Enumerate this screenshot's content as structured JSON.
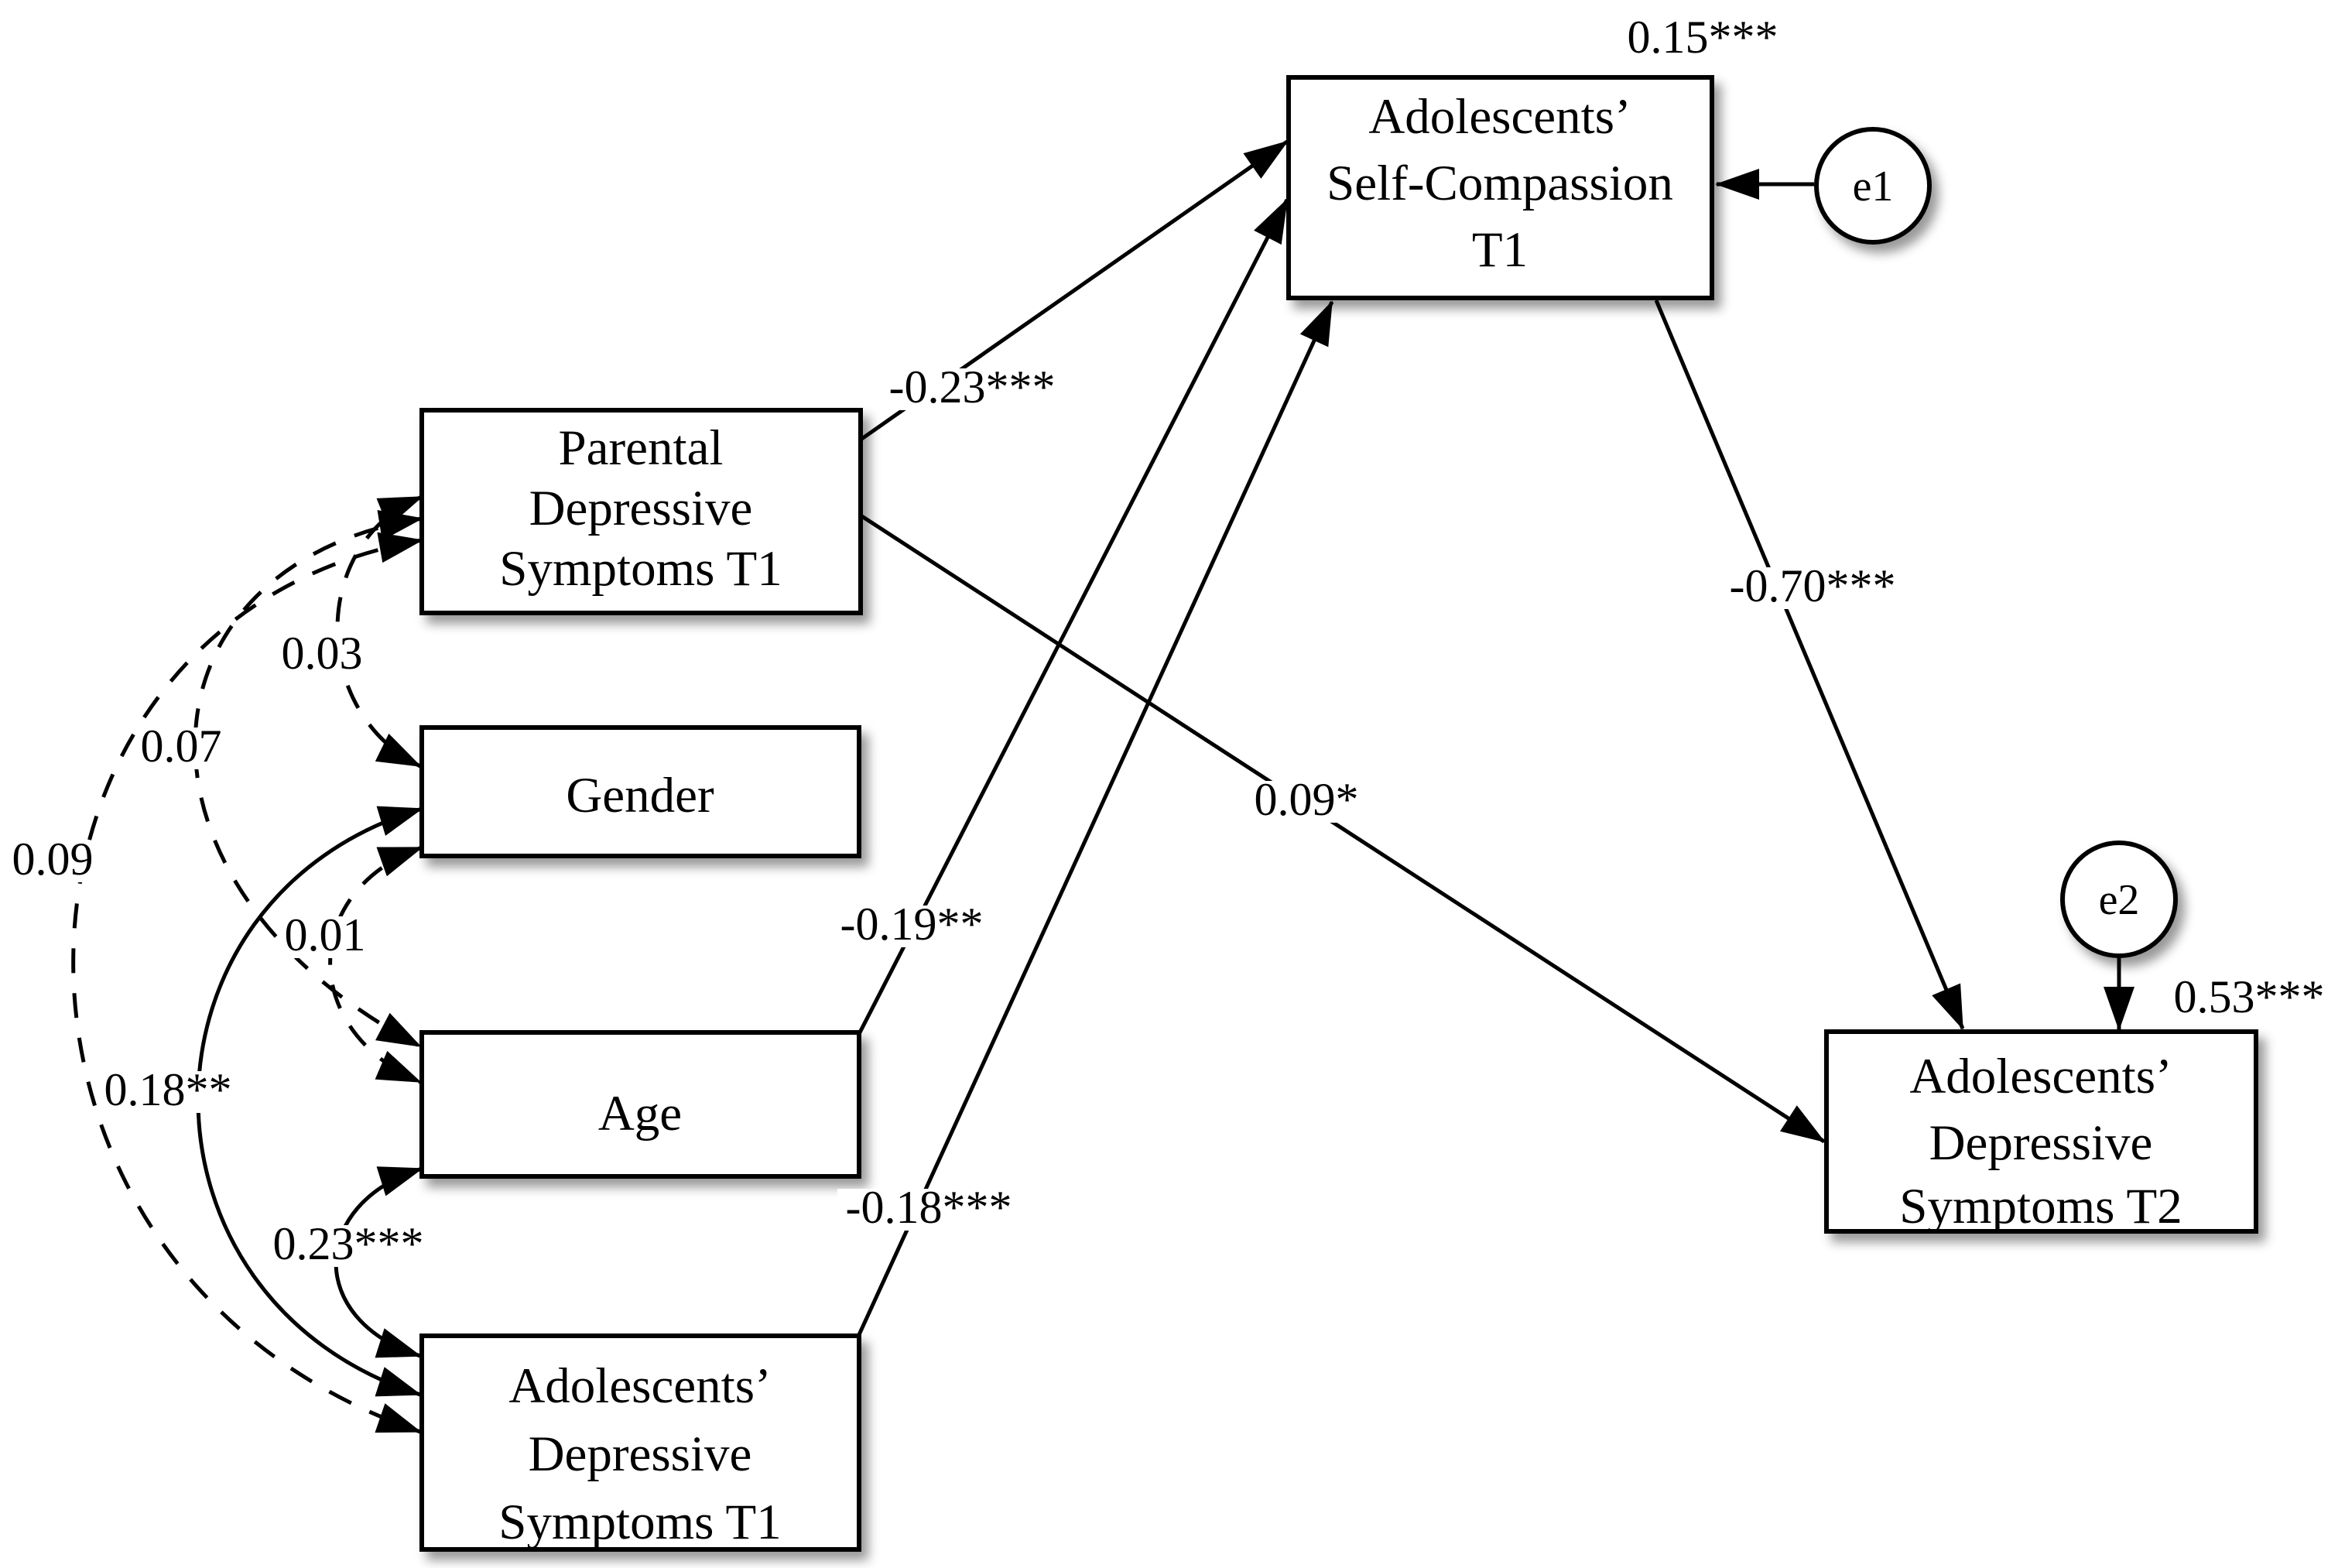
{
  "diagram_type": "structural-equation-model-path-diagram",
  "nodes": {
    "parental_dep_t1": {
      "line1": "Parental",
      "line2": "Depressive",
      "line3": "Symptoms T1"
    },
    "gender": {
      "label": "Gender"
    },
    "age": {
      "label": "Age"
    },
    "adol_dep_t1": {
      "line1": "Adolescents’",
      "line2": "Depressive",
      "line3": "Symptoms T1"
    },
    "self_compassion_t1": {
      "line1": "Adolescents’",
      "line2": "Self-Compassion",
      "line3": "T1"
    },
    "adol_dep_t2": {
      "line1": "Adolescents’",
      "line2": "Depressive",
      "line3": "Symptoms T2"
    },
    "error1": {
      "label": "e1"
    },
    "error2": {
      "label": "e2"
    }
  },
  "path_coefficients": {
    "parental_to_self_compassion": "-0.23***",
    "age_to_self_compassion": "-0.19**",
    "adol_dep_t1_to_self_compassion": "-0.18***",
    "self_compassion_to_adol_dep_t2": "-0.70***",
    "parental_to_adol_dep_t2": "0.09*",
    "self_compassion_variance": "0.15***",
    "adol_dep_t2_variance": "0.53***"
  },
  "covariances": {
    "parental_gender": "0.03",
    "parental_age": "0.07",
    "parental_adol_dep_t1": "0.09",
    "gender_age": "0.01",
    "gender_adol_dep_t1": "0.18**",
    "age_adol_dep_t1": "0.23***"
  },
  "style": {
    "line_color": "#000000",
    "box_fill": "#ffffff",
    "background": "#ffffff"
  }
}
